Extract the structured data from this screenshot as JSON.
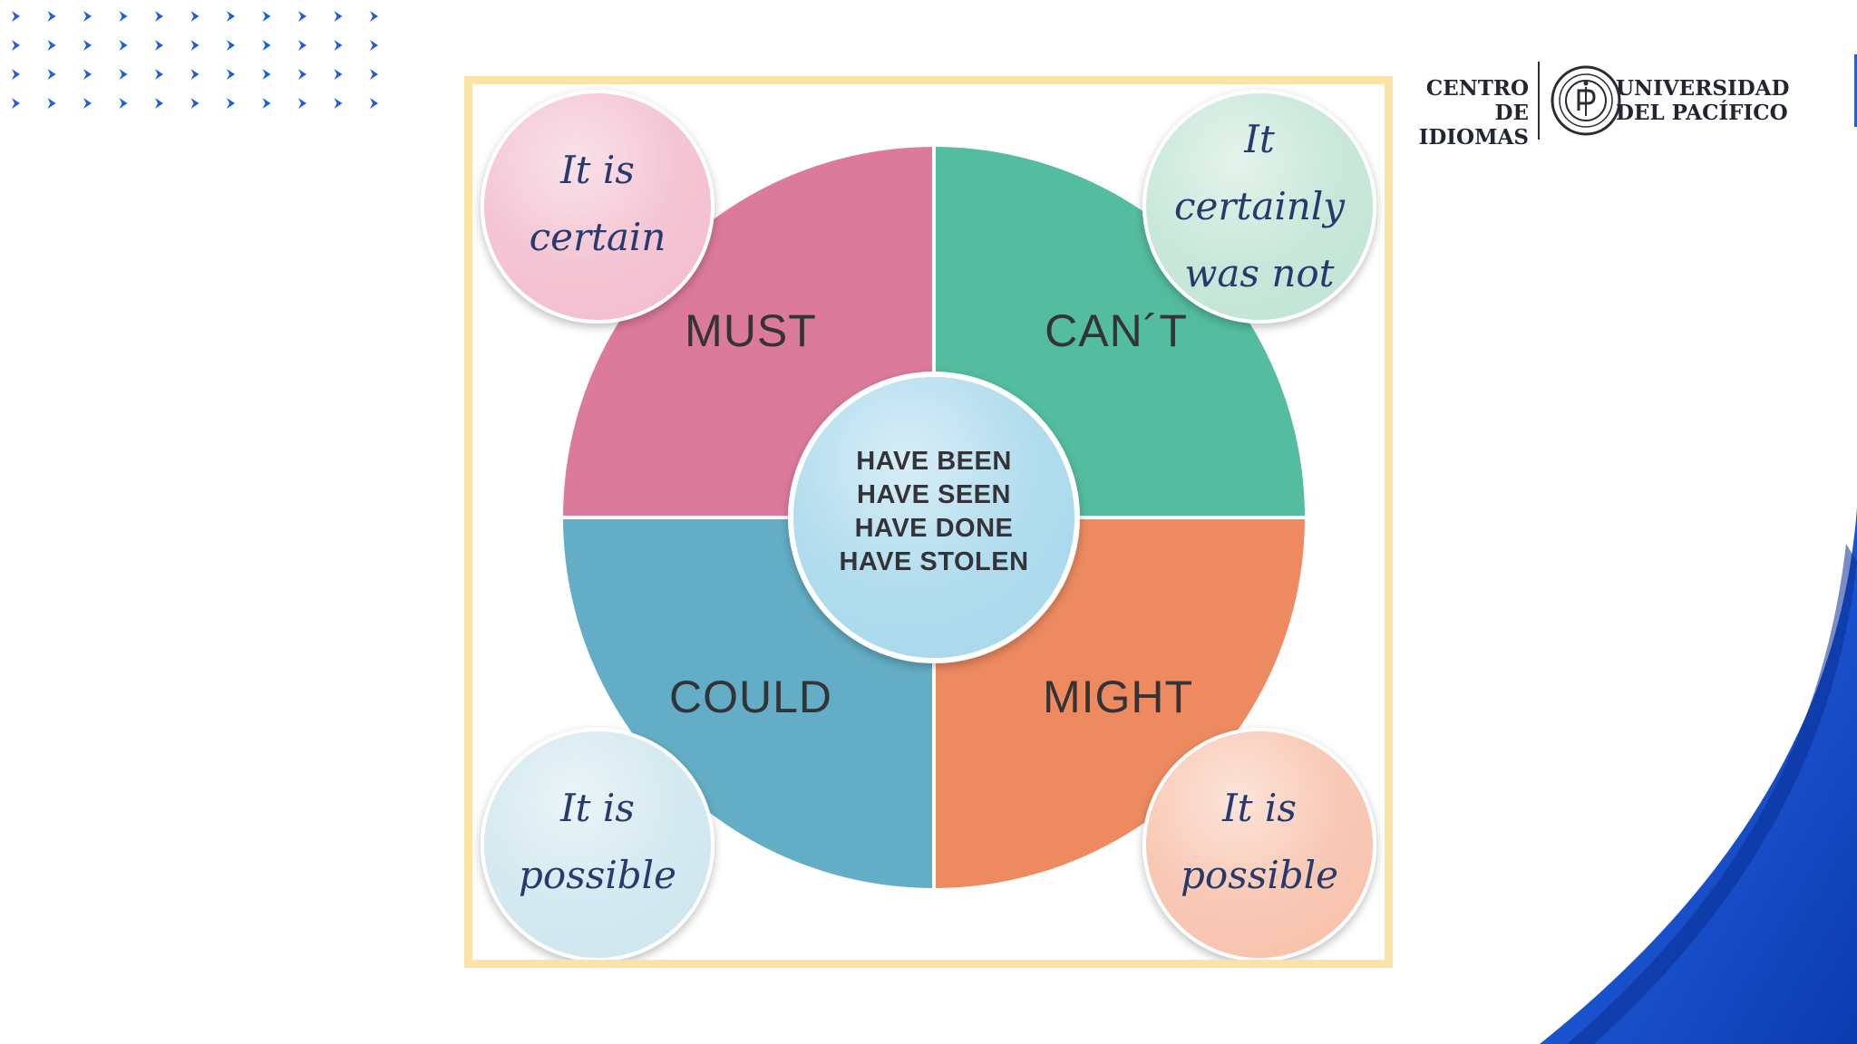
{
  "logo": {
    "left_text": "CENTRO DE\nIDIOMAS",
    "right_text": "UNIVERSIDAD\nDEL PACÍFICO"
  },
  "diagram": {
    "quadrants": [
      {
        "label": "MUST",
        "color": "#dc7a9b"
      },
      {
        "label": "CAN´T",
        "color": "#54bd9f"
      },
      {
        "label": "COULD",
        "color": "#63aec6"
      },
      {
        "label": "MIGHT",
        "color": "#ee8a60"
      }
    ],
    "center": {
      "lines": "HAVE BEEN\nHAVE SEEN\nHAVE DONE\nHAVE STOLEN",
      "color": "#a9d9ec"
    },
    "bubbles": {
      "top_left": {
        "text": "It is\ncertain",
        "color": "#f3bfcf"
      },
      "top_right": {
        "text": "It\ncertainly\nwas not",
        "color": "#c3e5d6"
      },
      "bottom_left": {
        "text": "It is\npossible",
        "color": "#d0e7ef"
      },
      "bottom_right": {
        "text": "It is\npossible",
        "color": "#f8c3ad"
      }
    }
  },
  "colors": {
    "frame": "#fbe3a8",
    "accent_blue": "#1e5fe0",
    "dark_blue": "#1240b8",
    "text_dark": "#333338"
  }
}
